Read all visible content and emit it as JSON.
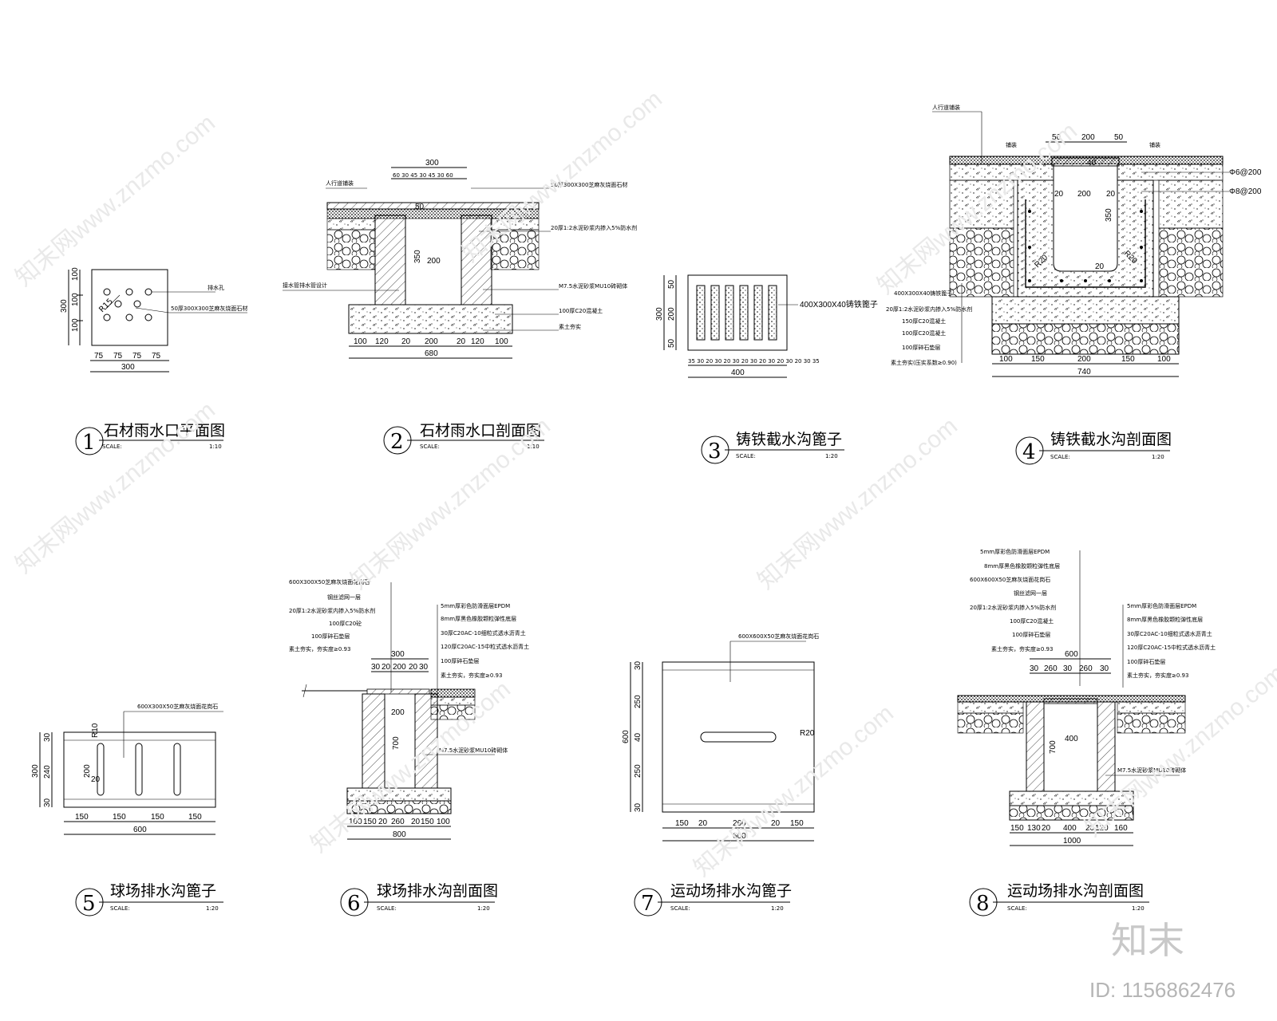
{
  "panels": [
    {
      "num": "1",
      "title": "石材雨水口平面图",
      "scale_label": "SCALE:",
      "scale": "1:10"
    },
    {
      "num": "2",
      "title": "石材雨水口剖面图",
      "scale_label": "SCALE:",
      "scale": "1:10"
    },
    {
      "num": "3",
      "title": "铸铁截水沟篦子",
      "scale_label": "SCALE:",
      "scale": "1:20"
    },
    {
      "num": "4",
      "title": "铸铁截水沟剖面图",
      "scale_label": "SCALE:",
      "scale": "1:20"
    },
    {
      "num": "5",
      "title": "球场排水沟篦子",
      "scale_label": "SCALE:",
      "scale": "1:20"
    },
    {
      "num": "6",
      "title": "球场排水沟剖面图",
      "scale_label": "SCALE:",
      "scale": "1:20"
    },
    {
      "num": "7",
      "title": "运动场排水沟篦子",
      "scale_label": "SCALE:",
      "scale": "1:20"
    },
    {
      "num": "8",
      "title": "运动场排水沟剖面图",
      "scale_label": "SCALE:",
      "scale": "1:20"
    }
  ],
  "p1": {
    "left_dims": [
      "100",
      "100",
      "100"
    ],
    "overall_left": "300",
    "bottom_dims": [
      "75",
      "75",
      "75",
      "75"
    ],
    "overall_bottom": "300",
    "radius": "R15",
    "notes": [
      "排水孔",
      "50厚300X300芝麻灰烧面石材"
    ]
  },
  "p2": {
    "top_overall": "300",
    "top_dims": "60 30 45 30 45 30 60",
    "depth": "350",
    "inner": "200",
    "top50": "50",
    "bottom_dims": [
      "100",
      "120",
      "20",
      "200",
      "20",
      "120",
      "100"
    ],
    "overall": "680",
    "notes_right": [
      "50厚300X300芝麻灰烧面石材",
      "20厚1:2水泥砂浆内掺入5%防水剂",
      "M7.5水泥砂浆MU10砖砌体",
      "100厚C20混凝土",
      "素土夯实"
    ],
    "notes_left": [
      "人行道铺装",
      "接水管排水管设计"
    ]
  },
  "p3": {
    "left_dims": [
      "50",
      "200",
      "50"
    ],
    "overall_left": "300",
    "bottom_dims": "35 30 20 30 20 30 20 30 20 30 20 30 20 30 35",
    "overall_bottom": "400",
    "note": "400X300X40铸铁篦子"
  },
  "p4": {
    "top_note": "人行道铺装",
    "top_dims": [
      "50",
      "200",
      "50"
    ],
    "labels": [
      "铺装",
      "铺装",
      "40",
      "20",
      "200",
      "20",
      "350",
      "20",
      "R20",
      "R20"
    ],
    "rebar": [
      "Φ6@200",
      "Φ8@200"
    ],
    "notes": [
      "400X300X40铸铁篦子",
      "20厚1:2水泥砂浆内掺入5%防水剂",
      "150厚C20混凝土",
      "100厚C20混凝土",
      "100厚碎石垫层",
      "素土夯实(压实系数≥0.90)"
    ],
    "bottom_dims": [
      "100",
      "150",
      "200",
      "150",
      "100"
    ],
    "overall": "740"
  },
  "p5": {
    "note": "600X300X50芝麻灰烧面花岗石",
    "radius": "R10",
    "left_dims": [
      "30",
      "240",
      "30"
    ],
    "overall_left": "300",
    "inner": [
      "200",
      "20"
    ],
    "bottom_dims": [
      "150",
      "150",
      "150",
      "150"
    ],
    "overall": "600"
  },
  "p6": {
    "notes_left": [
      "600X300X50芝麻灰烧面花岗石",
      "钢丝滤网一层",
      "20厚1:2水泥砂浆内掺入5%防水剂",
      "100厚C20砼",
      "100厚碎石垫层",
      "素土夯实，夯实度≥0.93"
    ],
    "notes_right": [
      "5mm厚彩色防滑面层EPDM",
      "8mm厚黑色橡胶颗粒弹性底层",
      "30厚C20AC-10细粒式透水沥青土",
      "120厚C20AC-15中粒式透水沥青土",
      "100厚碎石垫层",
      "素土夯实，夯实度≥0.93"
    ],
    "top_overall": "300",
    "top_dims": [
      "30",
      "20",
      "200",
      "20",
      "30"
    ],
    "labels": [
      "200",
      "700"
    ],
    "wall_note": "M7.5水泥砂浆MU10砖砌体",
    "bottom_dims": [
      "100",
      "150",
      "20",
      "260",
      "20",
      "150",
      "100"
    ],
    "overall": "800"
  },
  "p7": {
    "note": "600X600X50芝麻灰烧面花岗石",
    "left_dims": [
      "30",
      "250",
      "40",
      "250",
      "30"
    ],
    "overall_left": "600",
    "radius": "R20",
    "bottom_dims": [
      "150",
      "20",
      "260",
      "20",
      "150"
    ],
    "overall": "600"
  },
  "p8": {
    "notes_left": [
      "5mm厚彩色防滑面层EPDM",
      "8mm厚黑色橡胶颗粒弹性底层",
      "600X600X50芝麻灰烧面花岗石",
      "钢丝滤网一层",
      "20厚1:2水泥砂浆内掺入5%防水剂",
      "100厚C20混凝土",
      "100厚碎石垫层",
      "素土夯实，夯实度≥0.93"
    ],
    "notes_right": [
      "5mm厚彩色防滑面层EPDM",
      "8mm厚黑色橡胶颗粒弹性底层",
      "30厚C20AC-10细粒式透水沥青土",
      "120厚C20AC-15中粒式透水沥青土",
      "100厚碎石垫层",
      "素土夯实，夯实度≥0.93"
    ],
    "top_overall": "600",
    "top_dims": [
      "30",
      "260",
      "30",
      "260",
      "30"
    ],
    "labels": [
      "400",
      "700"
    ],
    "wall_note": "M7.5水泥砂浆MU10砖砌体",
    "bottom_dims": [
      "150",
      "130",
      "20",
      "400",
      "20",
      "120",
      "160"
    ],
    "overall": "1000"
  },
  "watermark": {
    "text": "知末网www.znzmo.com",
    "brand": "知末",
    "id": "ID: 1156862476"
  }
}
